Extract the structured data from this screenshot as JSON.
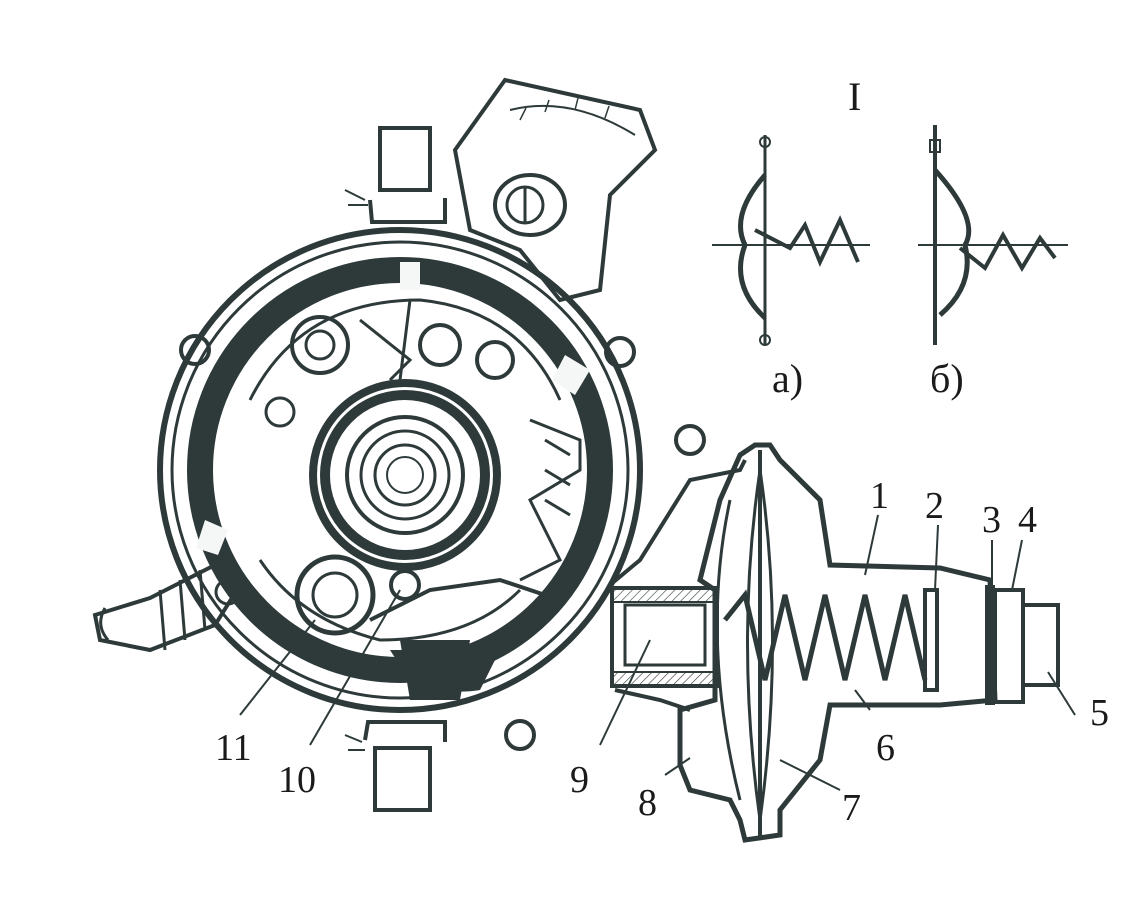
{
  "figure": {
    "panel_label": "I",
    "insets": [
      {
        "id": "a",
        "label": "а)"
      },
      {
        "id": "b",
        "label": "б)"
      }
    ],
    "callouts": [
      {
        "id": "1",
        "label": "1"
      },
      {
        "id": "2",
        "label": "2"
      },
      {
        "id": "3",
        "label": "3"
      },
      {
        "id": "4",
        "label": "4"
      },
      {
        "id": "5",
        "label": "5"
      },
      {
        "id": "6",
        "label": "6"
      },
      {
        "id": "7",
        "label": "7"
      },
      {
        "id": "8",
        "label": "8"
      },
      {
        "id": "9",
        "label": "9"
      },
      {
        "id": "10",
        "label": "10"
      },
      {
        "id": "11",
        "label": "11"
      }
    ],
    "colors": {
      "ink": "#2e3a3a",
      "paper": "#ffffff",
      "tint": "#dfe8e6"
    }
  }
}
